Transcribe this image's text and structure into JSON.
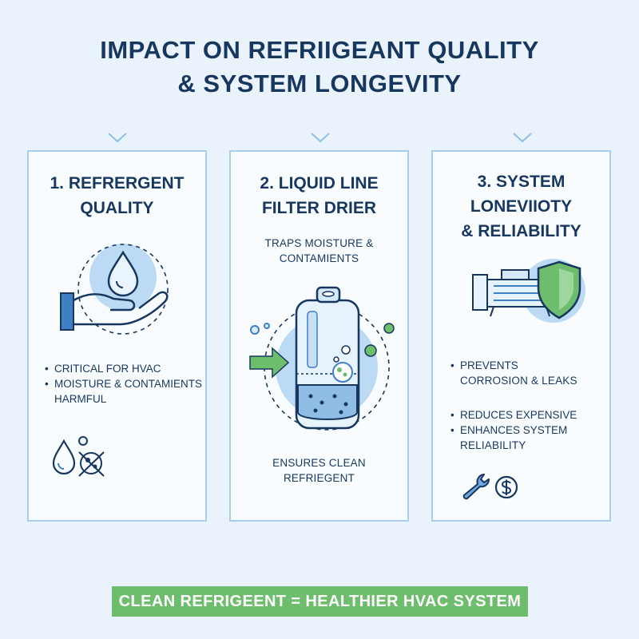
{
  "title": {
    "line1": "IMPACT ON REFRIIGEANT QUALITY",
    "line2": "& SYSTEM LONGEVITY"
  },
  "cards": [
    {
      "title_line1": "1. REFRERGENT",
      "title_line2": "QUALITY",
      "bullets": [
        "CRITICAL FOR HVAC",
        "MOISTURE & CONTAMIENTS HARMFUL"
      ],
      "icons": [
        "drop-in-hand-icon",
        "water-drop-icon",
        "crossed-contaminant-icon"
      ]
    },
    {
      "title_line1": "2. LIQUID LINE",
      "title_line2": "FILTER DRIER",
      "caption_top_line1": "TRAPS MOISTURE &",
      "caption_top_line2": "CONTAMIENTS",
      "caption_bottom_line1": "ENSURES CLEAN",
      "caption_bottom_line2": "REFRIEGENT",
      "icons": [
        "filter-drier-icon",
        "flow-arrow-icon"
      ]
    },
    {
      "title_line1": "3. SYSTEM",
      "title_line2": "LONEVIIOTY",
      "title_line3": "& RELIABILITY",
      "bullet_group1": [
        "PREVENTS"
      ],
      "bullet_group1_cont": "CORROSION & LEAKS",
      "bullet_group2": [
        "REDUCES EXPENSIVE",
        "ENHANCES SYSTEM"
      ],
      "bullet_group2_cont": "RELIABILITY",
      "icons": [
        "compressor-icon",
        "shield-check-icon",
        "wrench-icon",
        "dollar-coin-icon"
      ]
    }
  ],
  "banner": "CLEAN REFRIGEENT = HEALTHIER HVAC SYSTEM",
  "colors": {
    "background": "#eaf3fb",
    "navy": "#17375e",
    "card_border": "#a9cdea",
    "accent_blue": "#3f7fc4",
    "light_blue": "#bcdaf3",
    "green": "#6dbd6d"
  }
}
